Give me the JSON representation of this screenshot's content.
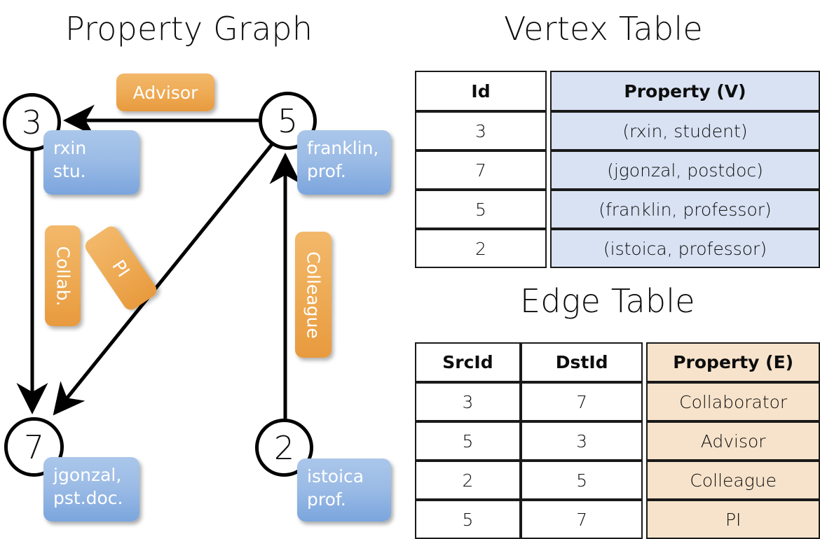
{
  "titles": {
    "graph": "Property Graph",
    "vertex_table": "Vertex Table",
    "edge_table": "Edge Table"
  },
  "graph": {
    "nodes": [
      {
        "id": "3",
        "label_line1": "rxin",
        "label_line2": "stu."
      },
      {
        "id": "5",
        "label_line1": "franklin,",
        "label_line2": "prof."
      },
      {
        "id": "7",
        "label_line1": "jgonzal,",
        "label_line2": "pst.doc."
      },
      {
        "id": "2",
        "label_line1": "istoica",
        "label_line2": "prof."
      }
    ],
    "edge_labels": [
      {
        "name": "advisor",
        "text": "Advisor"
      },
      {
        "name": "collab",
        "text": "Collab."
      },
      {
        "name": "pi",
        "text": "PI"
      },
      {
        "name": "colleague",
        "text": "Colleague"
      }
    ],
    "edges": [
      {
        "from": "5",
        "to": "3",
        "label": "Advisor"
      },
      {
        "from": "3",
        "to": "7",
        "label": "Collab."
      },
      {
        "from": "5",
        "to": "7",
        "label": "PI"
      },
      {
        "from": "2",
        "to": "5",
        "label": "Colleague"
      }
    ]
  },
  "vertex_table": {
    "headers": [
      "Id",
      "Property (V)"
    ],
    "rows": [
      [
        "3",
        "(rxin, student)"
      ],
      [
        "7",
        "(jgonzal, postdoc)"
      ],
      [
        "5",
        "(franklin, professor)"
      ],
      [
        "2",
        "(istoica, professor)"
      ]
    ]
  },
  "edge_table": {
    "headers": [
      "SrcId",
      "DstId",
      "Property (E)"
    ],
    "rows": [
      [
        "3",
        "7",
        "Collaborator"
      ],
      [
        "5",
        "3",
        "Advisor"
      ],
      [
        "2",
        "5",
        "Colleague"
      ],
      [
        "5",
        "7",
        "PI"
      ]
    ]
  },
  "colors": {
    "vertex_fill": "#d8e2f3",
    "edge_fill": "#f7e3cb",
    "node_box": "#7ba5dd",
    "edge_box": "#e89a3e",
    "stroke": "#1a1a1a"
  }
}
